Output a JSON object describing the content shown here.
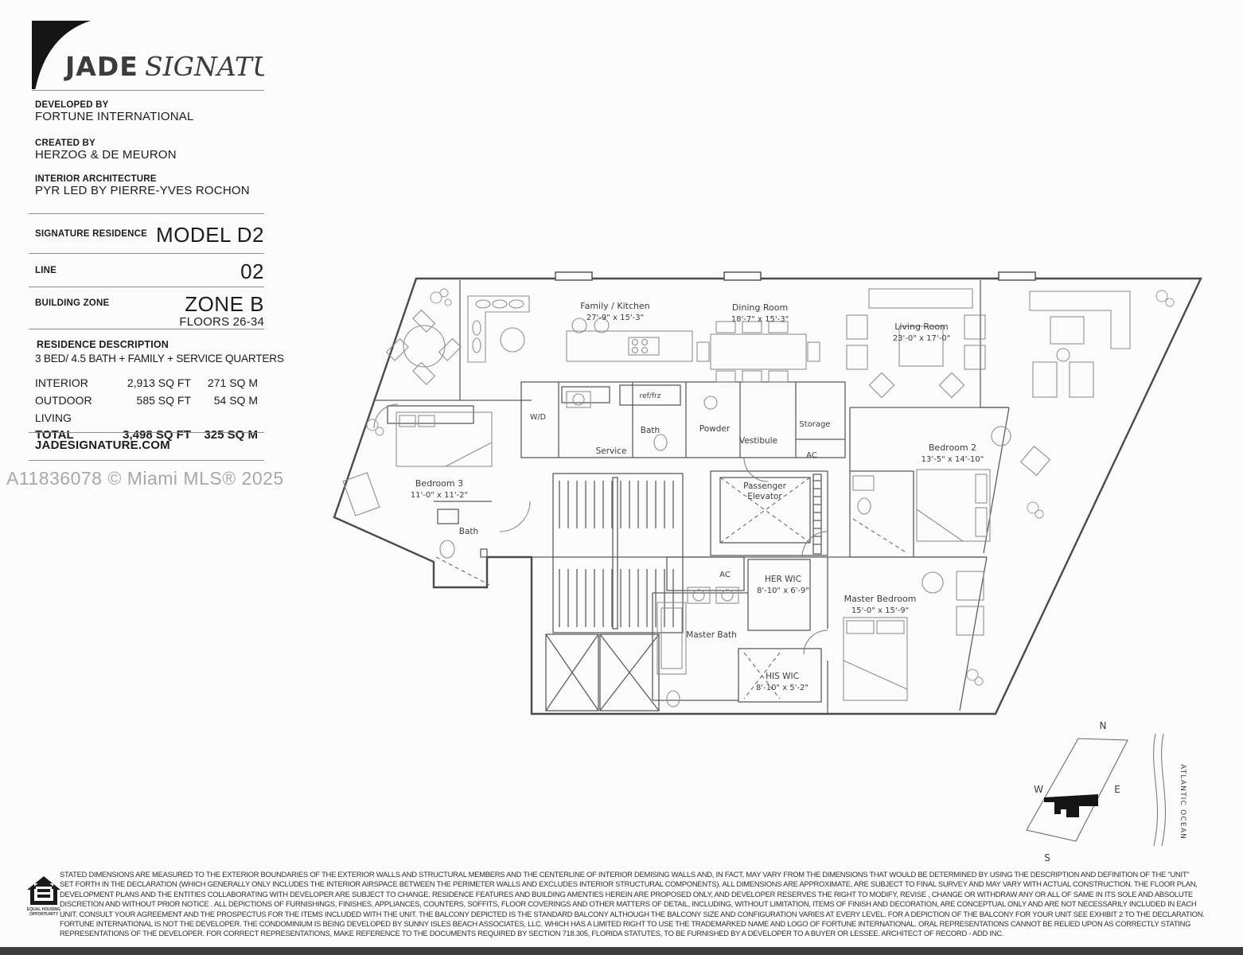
{
  "brand": {
    "name_bold": "JADE",
    "name_serif": "SIGNATURE",
    "developed_by_label": "DEVELOPED BY",
    "developed_by": "FORTUNE INTERNATIONAL",
    "created_by_label": "CREATED BY",
    "created_by": "HERZOG & DE MEURON",
    "interior_label": "INTERIOR ARCHITECTURE",
    "interior": "PYR LED BY PIERRE-YVES ROCHON"
  },
  "residence": {
    "signature_label": "SIGNATURE RESIDENCE",
    "model": "MODEL D2",
    "line_label": "LINE",
    "line": "02",
    "zone_label": "BUILDING ZONE",
    "zone": "ZONE B",
    "floors": "FLOORS 26-34",
    "description_label": "RESIDENCE DESCRIPTION",
    "description": "3 BED/ 4.5 BATH + FAMILY + SERVICE QUARTERS",
    "areas": [
      {
        "label": "INTERIOR",
        "sqft": "2,913 SQ FT",
        "sqm": "271 SQ M"
      },
      {
        "label": "OUTDOOR LIVING",
        "sqft": "585 SQ FT",
        "sqm": "54 SQ M"
      },
      {
        "label": "TOTAL",
        "sqft": "3,498 SQ FT",
        "sqm": "325 SQ M"
      }
    ],
    "website": "JADESIGNATURE.COM"
  },
  "watermark": "A11836078 © Miami MLS® 2025",
  "floorplan": {
    "rooms": {
      "family_kitchen": {
        "label": "Family / Kitchen",
        "dims": "27'-9\" x 15'-3\""
      },
      "dining_room": {
        "label": "Dining Room",
        "dims": "18'-7\" x 15'-3\""
      },
      "living_room": {
        "label": "Living Room",
        "dims": "23'-0\" x 17'-0\""
      },
      "wd": {
        "label": "W/D"
      },
      "ref_frz": {
        "label": "ref/frz"
      },
      "service": {
        "label": "Service"
      },
      "bath_service": {
        "label": "Bath"
      },
      "powder": {
        "label": "Powder"
      },
      "vestibule": {
        "label": "Vestibule"
      },
      "storage": {
        "label": "Storage"
      },
      "ac_upper": {
        "label": "AC"
      },
      "bedroom3": {
        "label": "Bedroom 3",
        "dims": "11'-0\" x 11'-2\""
      },
      "bath3": {
        "label": "Bath"
      },
      "passenger_elevator": {
        "line1": "Passenger",
        "line2": "Elevator"
      },
      "bedroom2": {
        "label": "Bedroom 2",
        "dims": "13'-5\" x 14'-10\""
      },
      "ac_lower": {
        "label": "AC"
      },
      "her_wic": {
        "label": "HER WIC",
        "dims": "8'-10\" x 6'-9\""
      },
      "master_bath": {
        "label": "Master Bath"
      },
      "his_wic": {
        "label": "HIS WIC",
        "dims": "8'-10\" x 5'-2\""
      },
      "master_bedroom": {
        "label": "Master Bedroom",
        "dims": "15'-0\" x 15'-9\""
      }
    }
  },
  "keyplan": {
    "north": "N",
    "south": "S",
    "east": "E",
    "west": "W",
    "ocean": "ATLANTIC OCEAN"
  },
  "footer": {
    "logo": "equal-housing-opportunity",
    "logo_line1": "EQUAL HOUSING",
    "logo_line2": "OPPORTUNITY",
    "lines": [
      "STATED DIMENSIONS ARE MEASURED TO THE EXTERIOR BOUNDARIES OF THE EXTERIOR WALLS AND STRUCTURAL MEMBERS AND THE CENTERLINE OF INTERIOR DEMISING WALLS AND, IN FACT, MAY VARY FROM THE DIMENSIONS THAT WOULD BE DETERMINED BY USING THE DESCRIPTION AND DEFINITION OF THE \"UNIT\"",
      "SET FORTH IN THE DECLARATION (WHICH GENERALLY ONLY INCLUDES THE INTERIOR AIRSPACE BETWEEN THE PERIMETER WALLS AND EXCLUDES INTERIOR STRUCTURAL COMPONENTS). ALL DIMENSIONS ARE APPROXIMATE, ARE SUBJECT TO FINAL SURVEY AND MAY VARY WITH ACTUAL CONSTRUCTION. THE FLOOR PLAN,",
      "DEVELOPMENT PLANS AND THE ENTITIES COLLABORATING WITH DEVELOPER ARE SUBJECT TO CHANGE. RESIDENCE FEATURES AND BUILDING AMENTIES HEREIN ARE PROPOSED ONLY, AND DEVELOPER RESERVES THE RIGHT TO MODIFY, REVISE , CHANGE OR WITHDRAW ANY OR ALL OF SAME IN ITS SOLE AND ABSOLUTE",
      "DISCRETION AND WITHOUT PRIOR NOTICE . ALL DEPICTIONS OF FURNISHINGS, FINISHES, APPLIANCES, COUNTERS, SOFFITS, FLOOR COVERINGS AND OTHER MATTERS OF DETAIL, INCLUDING, WITHOUT LIMITATION, ITEMS OF FINISH AND DECORATION, ARE CONCEPTUAL ONLY AND ARE NOT NECESSARILY INCLUDED IN EACH",
      "UNIT. CONSULT YOUR AGREEMENT AND THE PROSPECTUS FOR THE ITEMS INCLUDED WITH THE UNIT. THE BALCONY DEPICTED IS THE STANDARD BALCONY ALTHOUGH THE BALCONY SIZE AND CONFIGURATION VARIES AT EVERY LEVEL. FOR A DEPICTION OF THE BALCONY FOR YOUR UNIT SEE EXHIBIT 2 TO THE DECLARATION.",
      "FORTUNE INTERNATIONAL IS NOT THE DEVELOPER. THE CONDOMINIUM IS BEING DEVELOPED BY SUNNY ISLES BEACH ASSOCIATES, LLC. WHICH HAS A LIMITED RIGHT TO USE THE TRADEMARKED NAME AND LOGO OF FORTUNE INTERNATIONAL. ORAL REPRESENTATIONS CANNOT BE RELIED UPON AS CORRECTLY STATING",
      "REPRESENTATIONS OF THE DEVELOPER. FOR CORRECT REPRESENTATIONS, MAKE REFERENCE TO THE DOCUMENTS REQUIRED BY SECTION 718.305, FLORIDA STATUTES, TO BE FURNISHED BY A DEVELOPER TO A BUYER OR LESSEE. ARCHITECT OF RECORD - ADD INC."
    ]
  }
}
